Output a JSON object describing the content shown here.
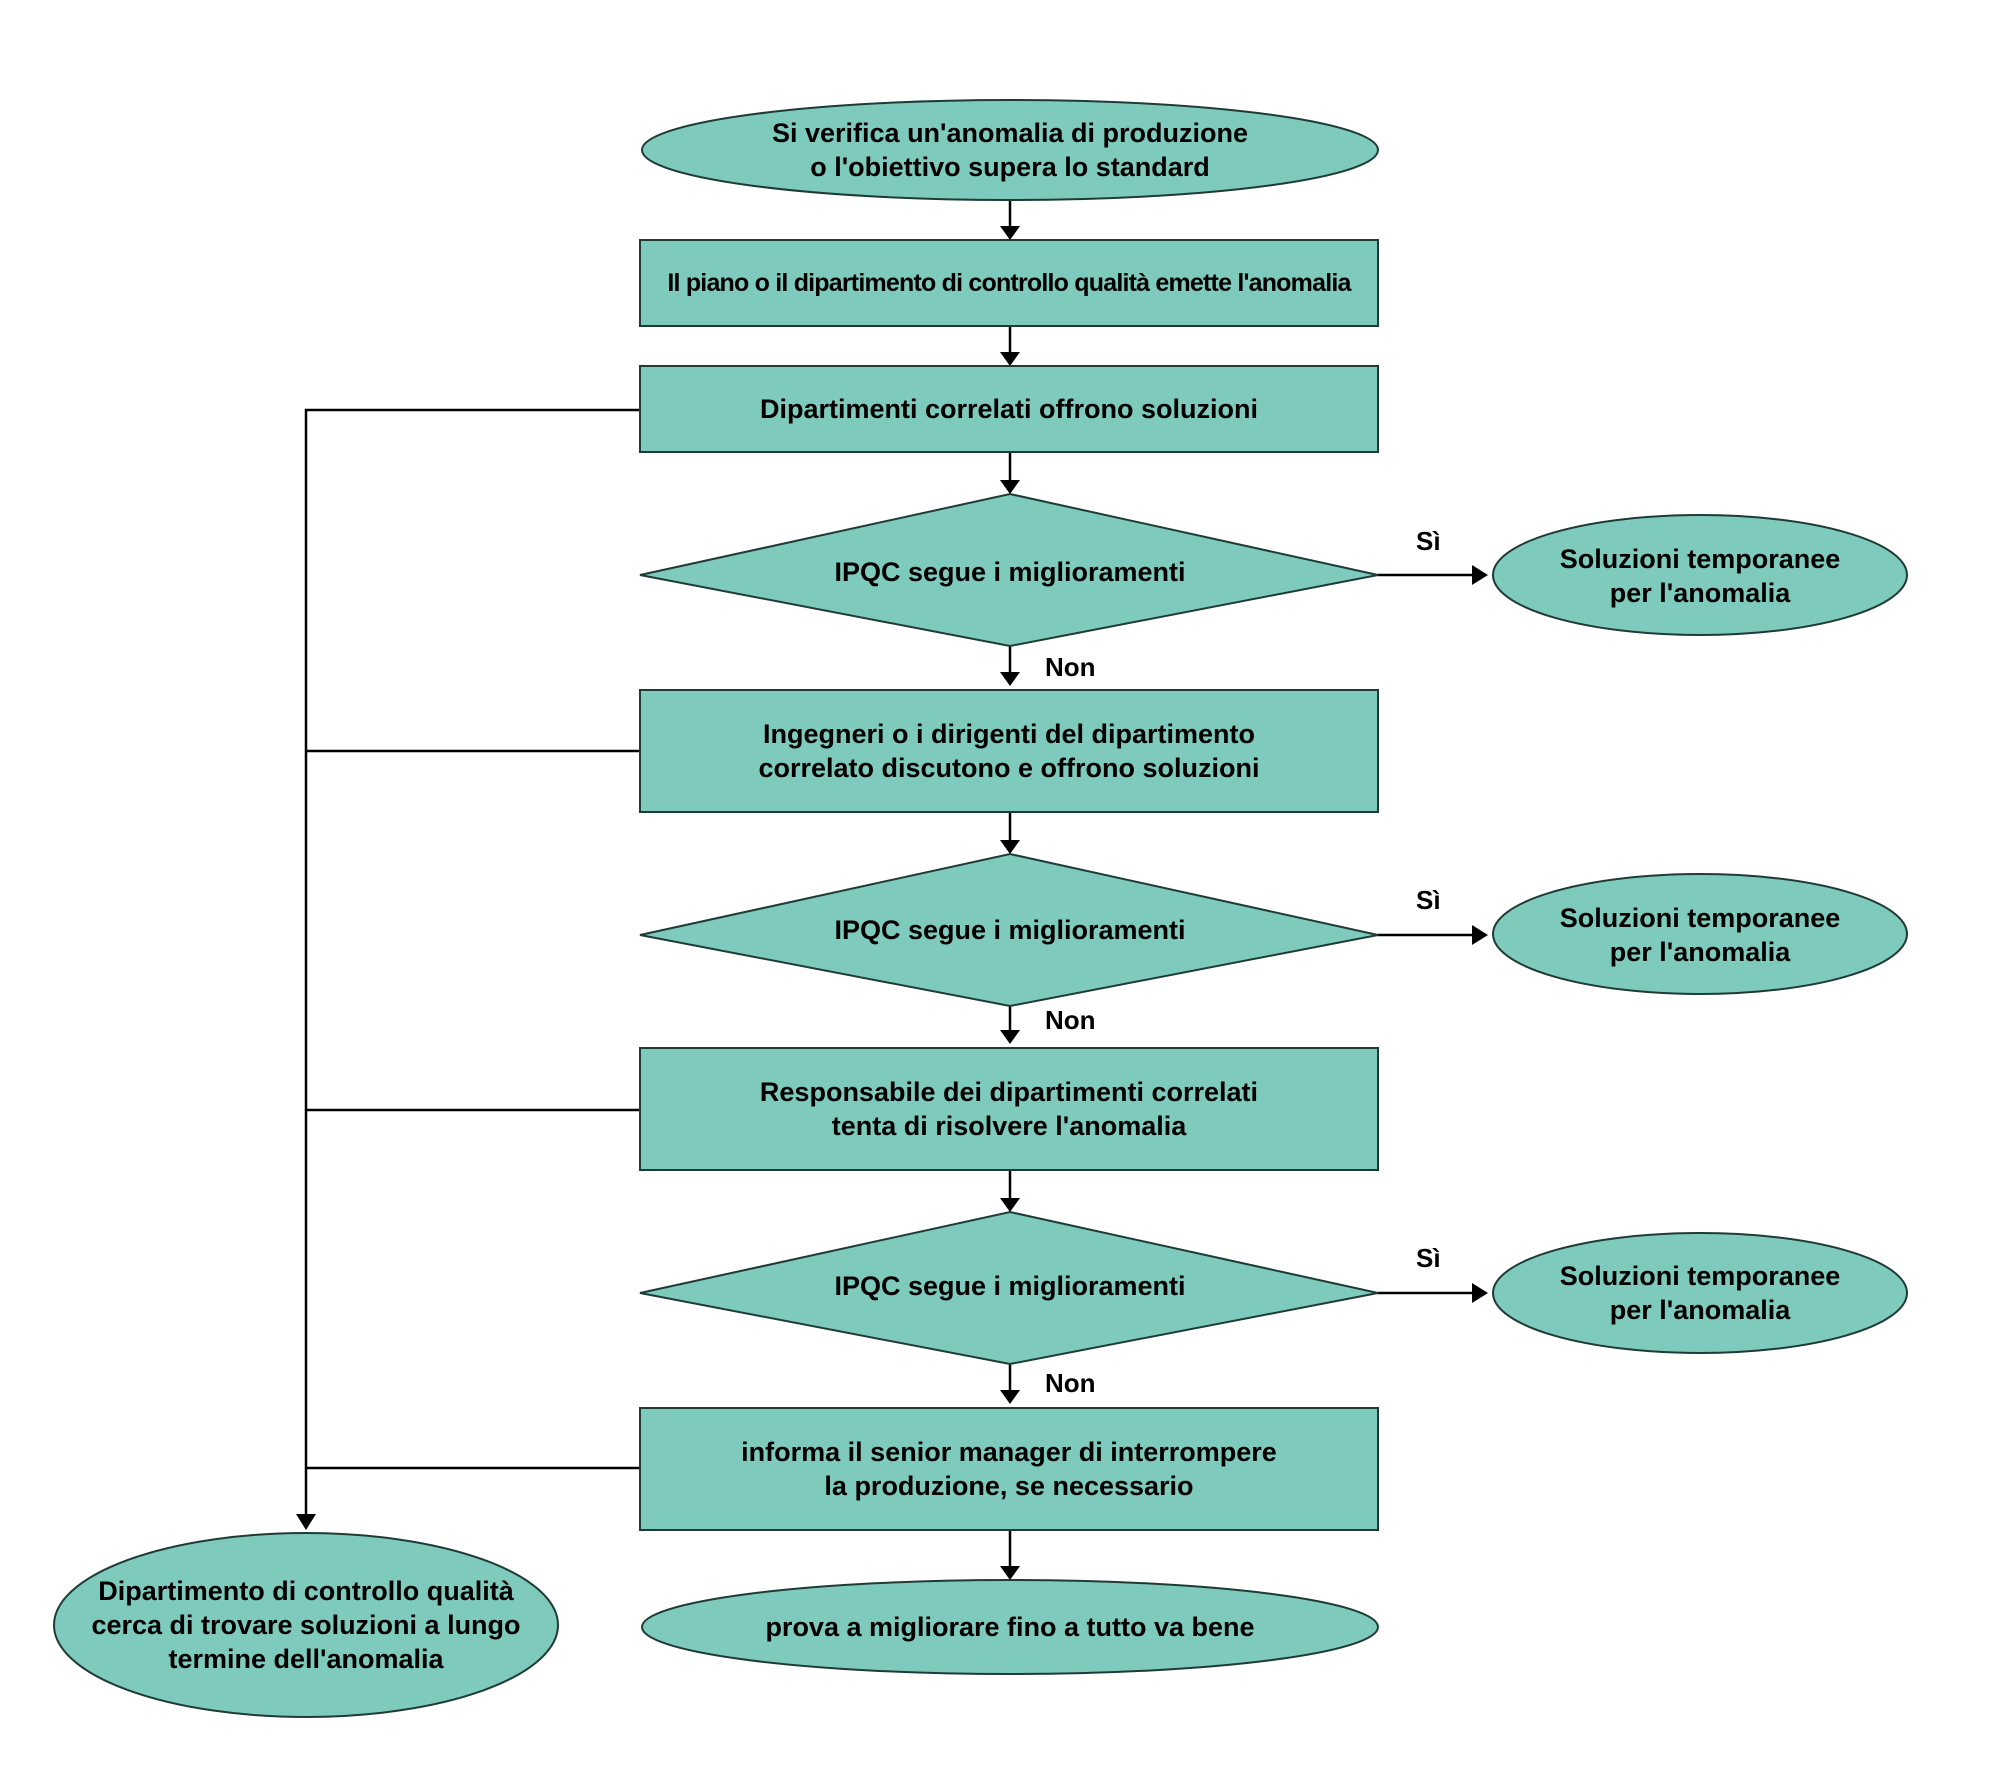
{
  "colors": {
    "fill": "#7ecabc",
    "stroke": "#1f3b36",
    "line": "#000000"
  },
  "nodes": {
    "start": "Si verifica un'anomalia di produzione\no l'obiettivo supera lo standard",
    "issue": "Il piano o il dipartimento di controllo qualità emette l'anomalia",
    "solutions1": "Dipartimenti correlati offrono soluzioni",
    "decision1": "IPQC segue i miglioramenti",
    "temp1": "Soluzioni temporanee\nper l'anomalia",
    "solutions2": "Ingegneri o i dirigenti del dipartimento\ncorrelato discutono e offrono soluzioni",
    "decision2": "IPQC segue i miglioramenti",
    "temp2": "Soluzioni temporanee\nper l'anomalia",
    "solutions3": "Responsabile dei dipartimenti correlati\ntenta di risolvere l'anomalia",
    "decision3": "IPQC segue i miglioramenti",
    "temp3": "Soluzioni temporanee\nper l'anomalia",
    "inform": "informa il senior manager di interrompere\nla produzione, se necessario",
    "end": "prova a migliorare fino a tutto va bene",
    "longterm": "Dipartimento di controllo qualità\ncerca di trovare soluzioni a lungo\ntermine dell'anomalia"
  },
  "edge_labels": {
    "yes": "Sì",
    "no": "Non"
  }
}
